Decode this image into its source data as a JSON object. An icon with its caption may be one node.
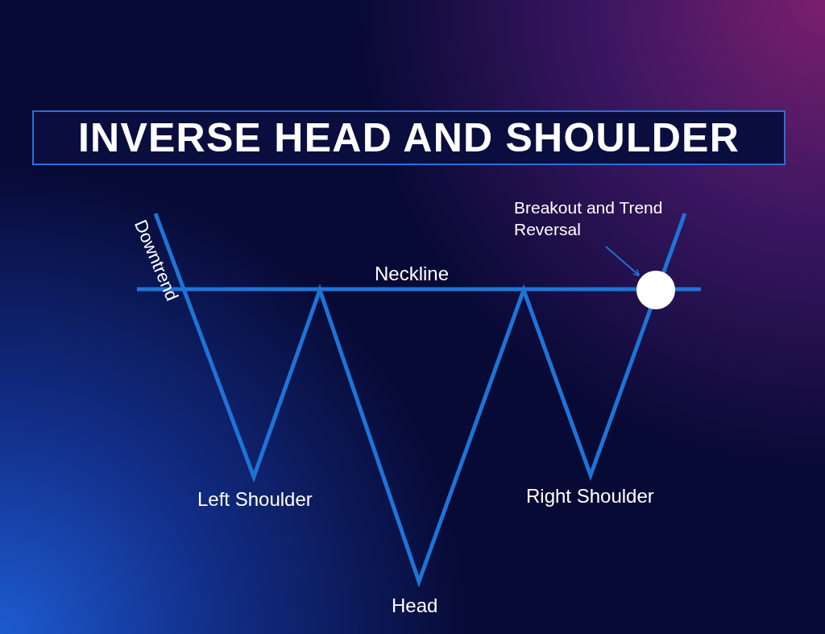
{
  "diagram": {
    "title": "INVERSE HEAD AND SHOULDER",
    "nodes": [
      {
        "text": [
          "Breakout and Trend Reversal"
        ]
      },
      {
        "text": [],
        "shape": "circle"
      }
    ],
    "edges": [
      {
        "from": 0,
        "to": 1,
        "arrow": "to"
      }
    ],
    "labels": [
      "Downtrend",
      "Neckline",
      "Left Shoulder",
      "Right Shoulder",
      "Head"
    ]
  }
}
